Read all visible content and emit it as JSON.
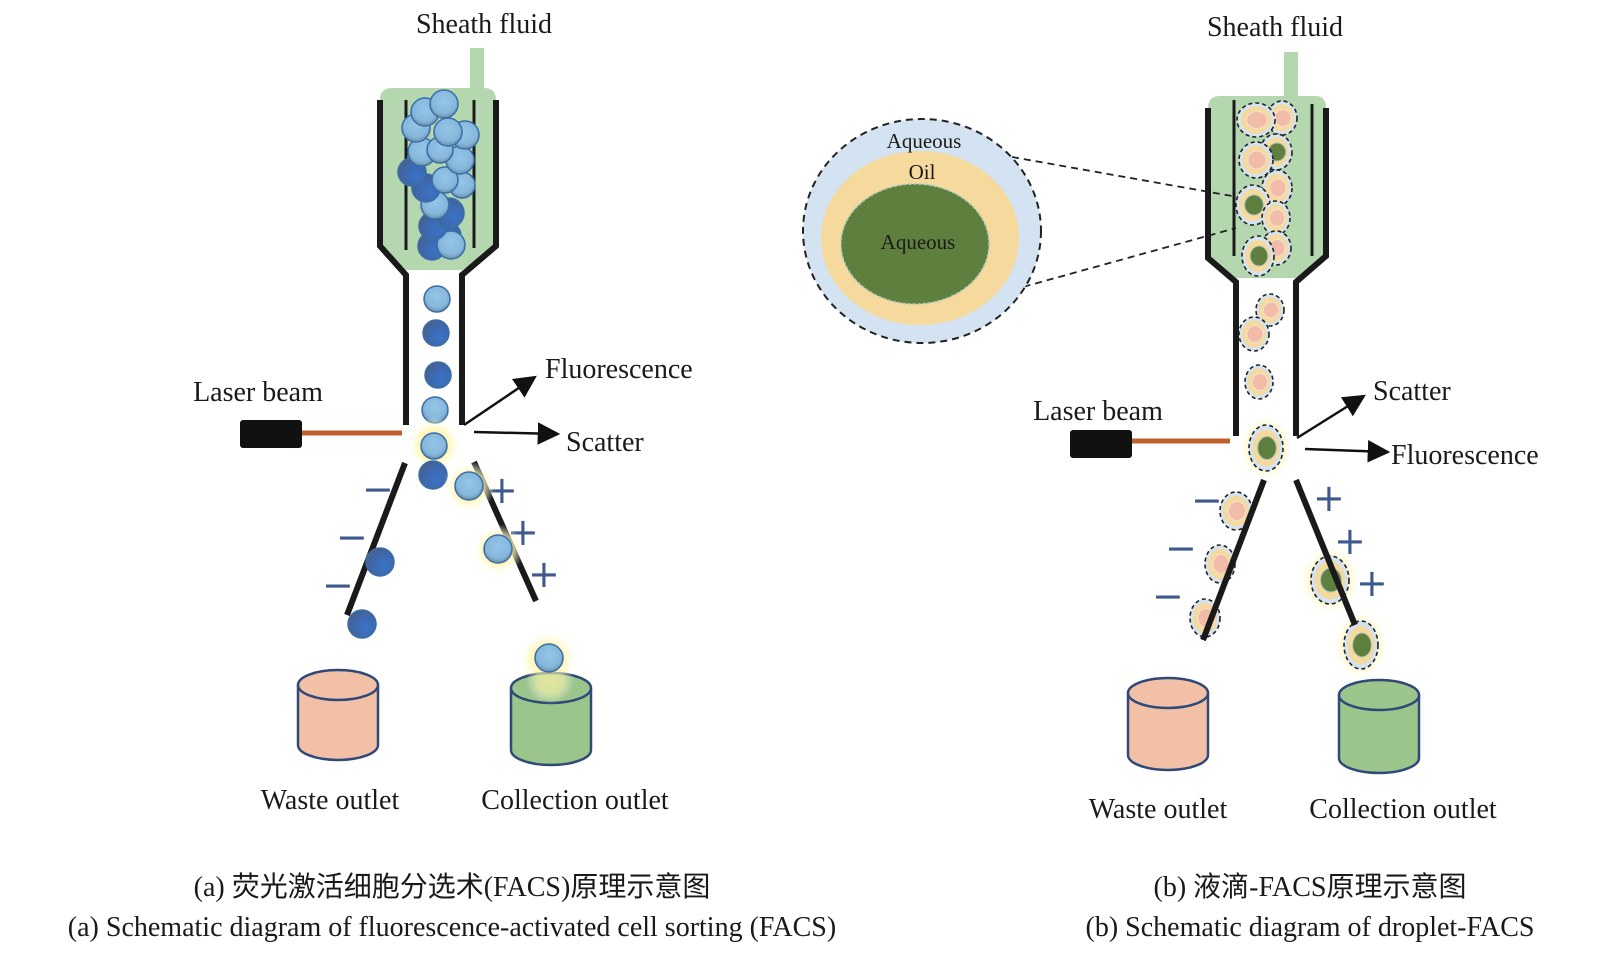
{
  "panel_a": {
    "sheath_label": "Sheath fluid",
    "laser_label": "Laser beam",
    "fluorescence_label": "Fluorescence",
    "scatter_label": "Scatter",
    "waste_label": "Waste outlet",
    "collection_label": "Collection outlet",
    "negative_sign": "−",
    "positive_sign": "+",
    "caption_zh": "(a) 荧光激活细胞分选术(FACS)原理示意图",
    "caption_en": "(a) Schematic diagram of fluorescence-activated cell sorting (FACS)"
  },
  "panel_b": {
    "sheath_label": "Sheath fluid",
    "laser_label": "Laser beam",
    "scatter_label": "Scatter",
    "fluorescence_label": "Fluorescence",
    "waste_label": "Waste outlet",
    "collection_label": "Collection outlet",
    "inset_outer_label": "Aqueous",
    "inset_middle_label": "Oil",
    "inset_inner_label": "Aqueous",
    "negative_sign": "−",
    "positive_sign": "+",
    "caption_zh": "(b) 液滴-FACS原理示意图",
    "caption_en": "(b) Schematic diagram of droplet-FACS"
  },
  "colors": {
    "sheath_green": "#b5d7b0",
    "cell_light": "#8bbde0",
    "cell_dark": "#3e6fba",
    "cell_stroke": "#3a6ea8",
    "laser_orange": "#c0602c",
    "waste_pink": "#f2bfa7",
    "collection_green": "#9cc58c",
    "outline_blue": "#2f4a78",
    "aqueous_blue": "#d3e3f1",
    "oil_yellow": "#f6d99c",
    "core_green": "#5f7f3f",
    "core_pink": "#f2bda8",
    "glow_yellow": "#fff6a8",
    "plus_minus": "#3e5a8c"
  }
}
